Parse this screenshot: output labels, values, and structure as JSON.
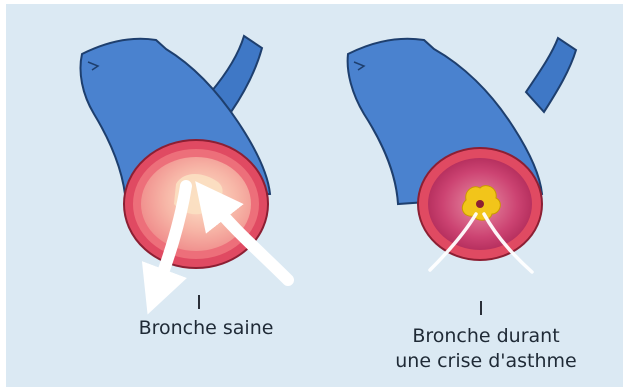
{
  "figure": {
    "left": {
      "caption": "Bronche saine"
    },
    "right": {
      "caption_line1": "Bronche durant",
      "caption_line2": "une crise d'asthme"
    }
  },
  "colors": {
    "background": "#dbe9f3",
    "bronchus_wall": "#3f78c6",
    "mucosa_outer": "#e04a62",
    "lumen_healthy": "#f4b2ad",
    "lumen_constricted": "#c2365e",
    "mucus": "#f2c51a",
    "airflow": "#ffffff"
  }
}
